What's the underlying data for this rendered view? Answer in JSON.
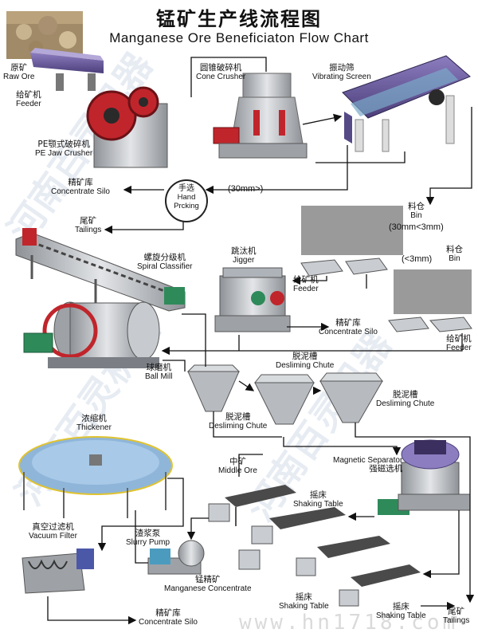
{
  "title": {
    "cn": "锰矿生产线流程图",
    "en": "Manganese Ore Beneficiaton Flow Chart"
  },
  "nodes": {
    "raw_ore": {
      "cn": "原矿",
      "en": "Raw Ore"
    },
    "feeder_1": {
      "cn": "给矿机",
      "en": "Feeder"
    },
    "jaw_crusher": {
      "cn": "PE颚式破碎机",
      "en": "PE Jaw Crusher"
    },
    "cone_crusher": {
      "cn": "圆锥破碎机",
      "en": "Cone Crusher"
    },
    "vibrating_screen": {
      "cn": "振动筛",
      "en": "Vibrating Screen"
    },
    "concentrate_silo_1": {
      "cn": "精矿库",
      "en": "Concentrate Silo"
    },
    "hand_picking": {
      "cn": "手选",
      "en1": "Hand",
      "en2": "Prcking"
    },
    "size_gt30": "(30mm>)",
    "tailings_1": {
      "cn": "尾矿",
      "en": "Tailings"
    },
    "bin_1": {
      "cn": "料仓",
      "en": "Bin"
    },
    "size_30_3": "(30mm<3mm)",
    "spiral_classifier": {
      "cn": "螺旋分级机",
      "en": "Spiral Classifier"
    },
    "jigger": {
      "cn": "跳汰机",
      "en": "Jigger"
    },
    "size_lt3": "(<3mm)",
    "bin_2": {
      "cn": "料仓",
      "en": "Bin"
    },
    "feeder_2": {
      "cn": "给矿机",
      "en": "Feeder"
    },
    "concentrate_silo_2": {
      "cn": "精矿库",
      "en": "Concentrate Silo"
    },
    "feeder_3": {
      "cn": "给矿机",
      "en": "Feeder"
    },
    "ball_mill": {
      "cn": "球磨机",
      "en": "Ball Mill"
    },
    "desliming_chute_1": {
      "cn": "脱泥槽",
      "en": "Desliming Chute"
    },
    "desliming_chute_2": {
      "cn": "脱泥槽",
      "en": "Desliming Chute"
    },
    "desliming_chute_3": {
      "cn": "脱泥槽",
      "en": "Desliming Chute"
    },
    "thickener": {
      "cn": "浓缩机",
      "en": "Thickener"
    },
    "middle_ore": {
      "cn": "中矿",
      "en": "Middle Ore"
    },
    "magnetic_separator": {
      "cn": "强磁选机",
      "en": "Magnetic Separator"
    },
    "shaking_table_1": {
      "cn": "摇床",
      "en": "Shaking Table"
    },
    "vacuum_filter": {
      "cn": "真空过滤机",
      "en": "Vacuum Filter"
    },
    "slurry_pump": {
      "cn": "渣浆泵",
      "en": "Slurry Pump"
    },
    "manganese_concentrate": {
      "cn": "锰精矿",
      "en": "Manganese Concentrate"
    },
    "shaking_table_2": {
      "cn": "摇床",
      "en": "Shaking Table"
    },
    "shaking_table_3": {
      "cn": "摇床",
      "en": "Shaking Table"
    },
    "tailings_2": {
      "cn": "尾矿",
      "en": "Tailings"
    },
    "concentrate_silo_3": {
      "cn": "精矿库",
      "en": "Concentrate Silo"
    }
  },
  "watermark": {
    "brand_cn": "河南百灵机器",
    "footer": "www.hn1718.com"
  },
  "colors": {
    "machine_red": "#c0252b",
    "machine_gray": "#b9bcc0",
    "machine_purple": "#6a5b9a",
    "accent_green": "#2f8a5a"
  }
}
